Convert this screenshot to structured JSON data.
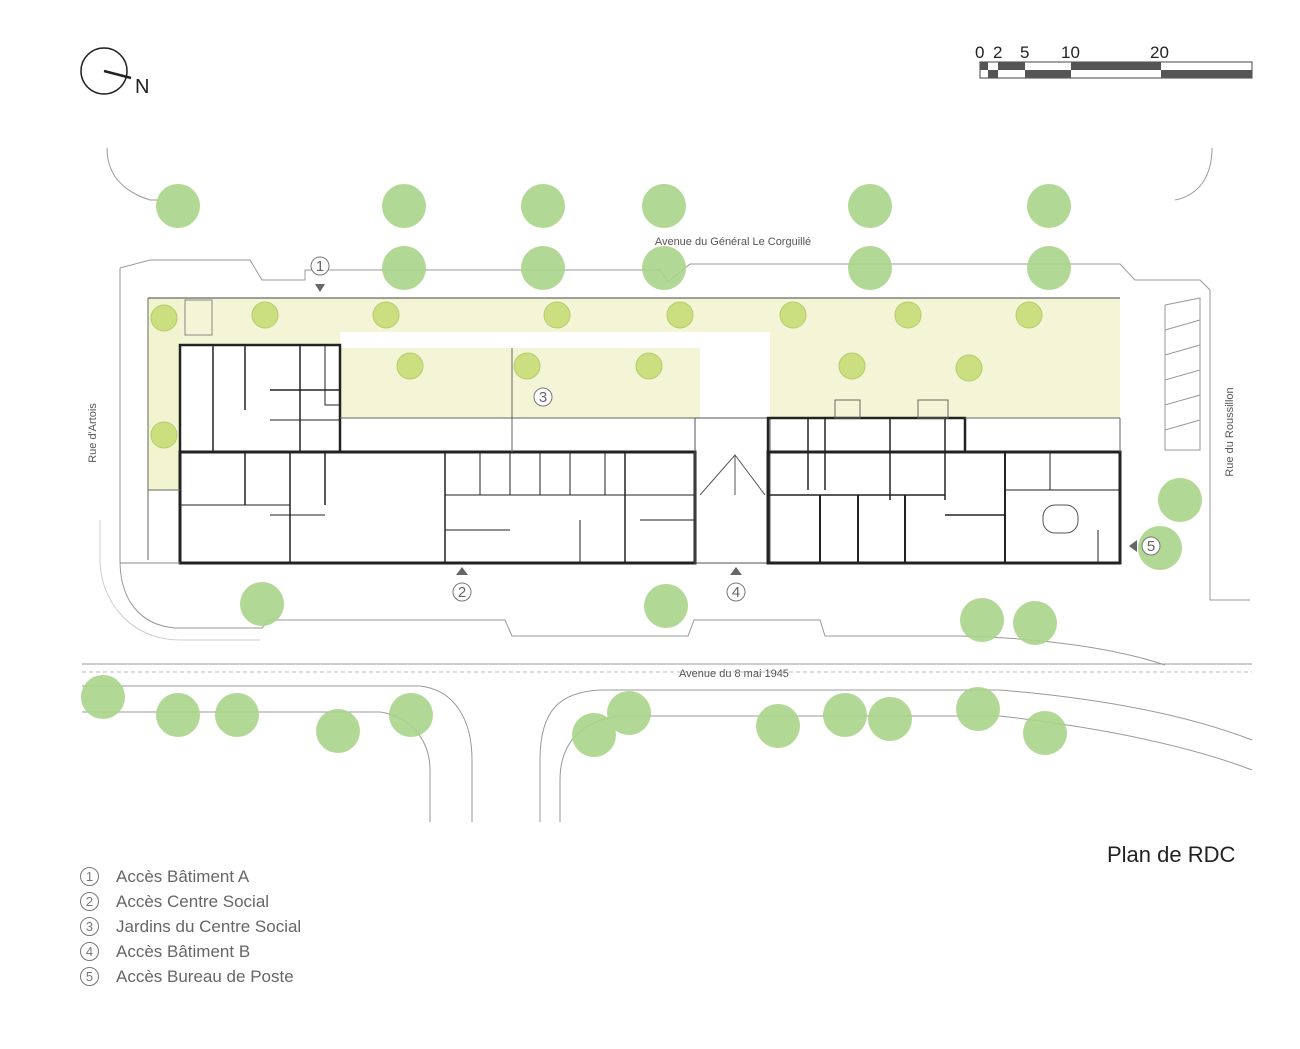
{
  "north_arrow": {
    "label": "N"
  },
  "scale_bar": {
    "labels": [
      "0",
      "2",
      "5",
      "10",
      "20"
    ]
  },
  "streets": {
    "top": "Avenue du Général Le Corguillé",
    "bottom": "Avenue du 8 mai 1945",
    "left": "Rue d'Artois",
    "right": "Rue du Roussillon"
  },
  "markers": [
    "1",
    "2",
    "3",
    "4",
    "5"
  ],
  "title": "Plan de RDC",
  "legend": [
    {
      "num": "1",
      "label": "Accès Bâtiment A"
    },
    {
      "num": "2",
      "label": "Accès Centre Social"
    },
    {
      "num": "3",
      "label": "Jardins du Centre Social"
    },
    {
      "num": "4",
      "label": "Accès Bâtiment B"
    },
    {
      "num": "5",
      "label": "Accès Bureau de Poste"
    }
  ],
  "colors": {
    "tree": "#a9d48a",
    "garden": "#f4f5d6",
    "wall": "#222222",
    "street": "#888888"
  }
}
